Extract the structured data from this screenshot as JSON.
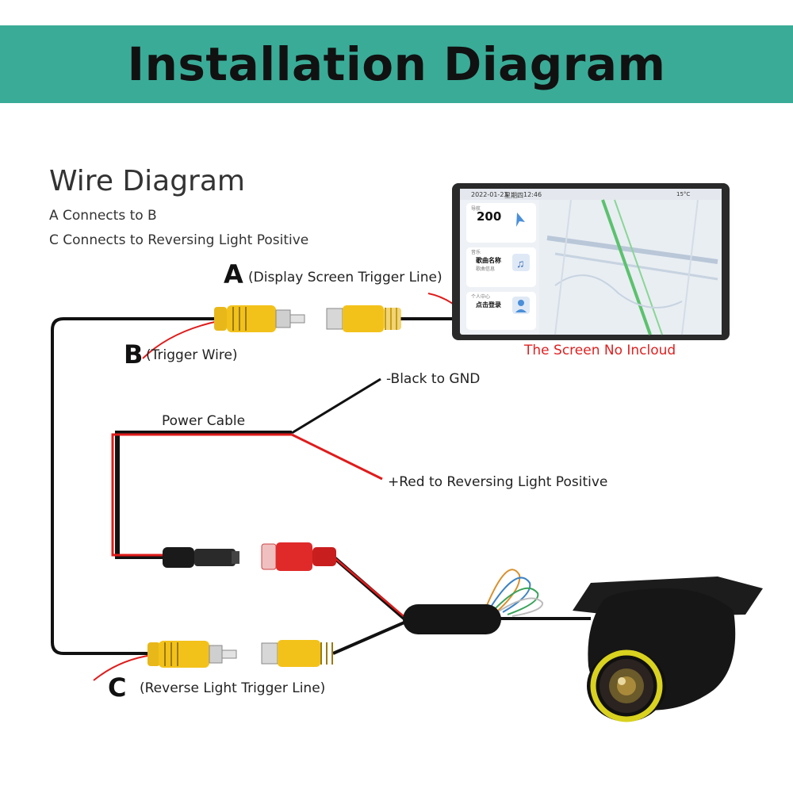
{
  "banner": {
    "title": "Installation Diagram"
  },
  "wire_diagram": {
    "title": "Wire Diagram",
    "lines": [
      "A Connects to B",
      "C Connects to Reversing Light Positive"
    ]
  },
  "labels": {
    "a_letter": "A",
    "a_text": "(Display Screen Trigger Line)",
    "b_letter": "B",
    "b_text": "(Trigger Wire)",
    "c_letter": "C",
    "c_text": "(Reverse Light Trigger Line)",
    "power_cable": "Power Cable",
    "black_gnd": "-Black to GND",
    "red_positive": "+Red to Reversing Light Positive",
    "screen_note": "The Screen No Incloud"
  },
  "screen": {
    "date": "2022-01-23",
    "weekday": "星期四",
    "time": "12:46",
    "temp": "15°C",
    "nav_value": "200",
    "music_title": "歌曲名称",
    "music_sub": "歌曲信息",
    "login_title": "点击登录",
    "nav_label": "导航",
    "music_label": "音乐",
    "personal_label": "个人中心"
  },
  "colors": {
    "banner": "#3aab97",
    "wire_red": "#e01b1b",
    "connector_yellow": "#f3c21a",
    "connector_red": "#e02a2a",
    "camera_ring": "#d9d21f"
  }
}
